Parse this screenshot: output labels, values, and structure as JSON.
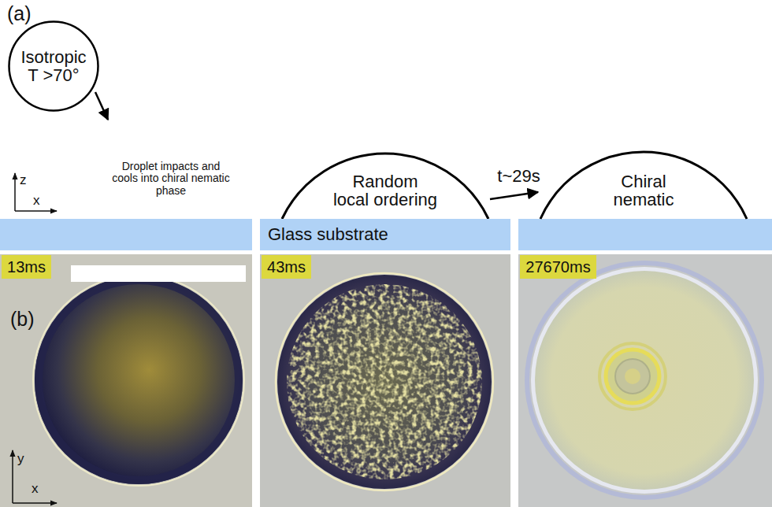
{
  "diagram": {
    "nodes": [
      {
        "text": [
          "Isotropic T >70°"
        ]
      },
      {
        "text": [
          "Random local ordering"
        ]
      },
      {
        "text": [
          "Chiral nematic"
        ]
      },
      {
        "text": [
          "Glass substrate"
        ]
      },
      {
        "text": [
          "13ms"
        ]
      },
      {
        "text": [
          "43ms"
        ]
      },
      {
        "text": [
          "27670ms"
        ]
      }
    ],
    "edges": [
      {
        "from": 1,
        "to": 2,
        "label": "t~29s",
        "arrow": "to"
      }
    ],
    "labels": [
      "(a)",
      "z",
      "x",
      "Droplet impacts and cools into chiral nematic phase",
      "(b)",
      "y",
      "x"
    ]
  }
}
